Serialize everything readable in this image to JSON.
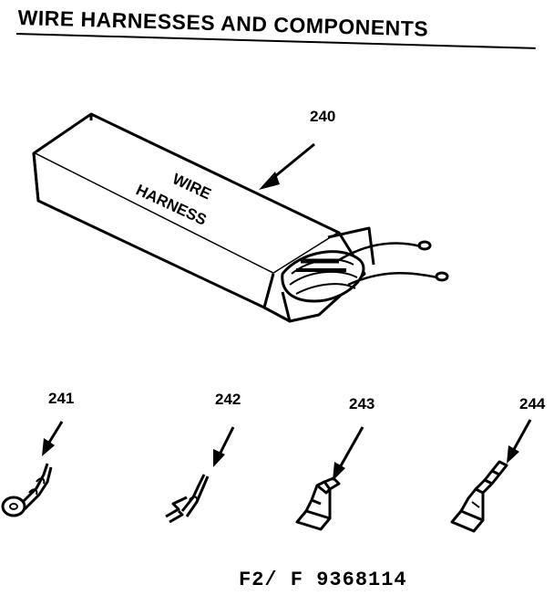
{
  "title": "WIRE HARNESSES AND COMPONENTS",
  "box_text_line1": "WIRE",
  "box_text_line2": "HARNESS",
  "parts": [
    {
      "callout": "240"
    },
    {
      "callout": "241"
    },
    {
      "callout": "242"
    },
    {
      "callout": "243"
    },
    {
      "callout": "244"
    }
  ],
  "footer": "F2/ F 9368114"
}
